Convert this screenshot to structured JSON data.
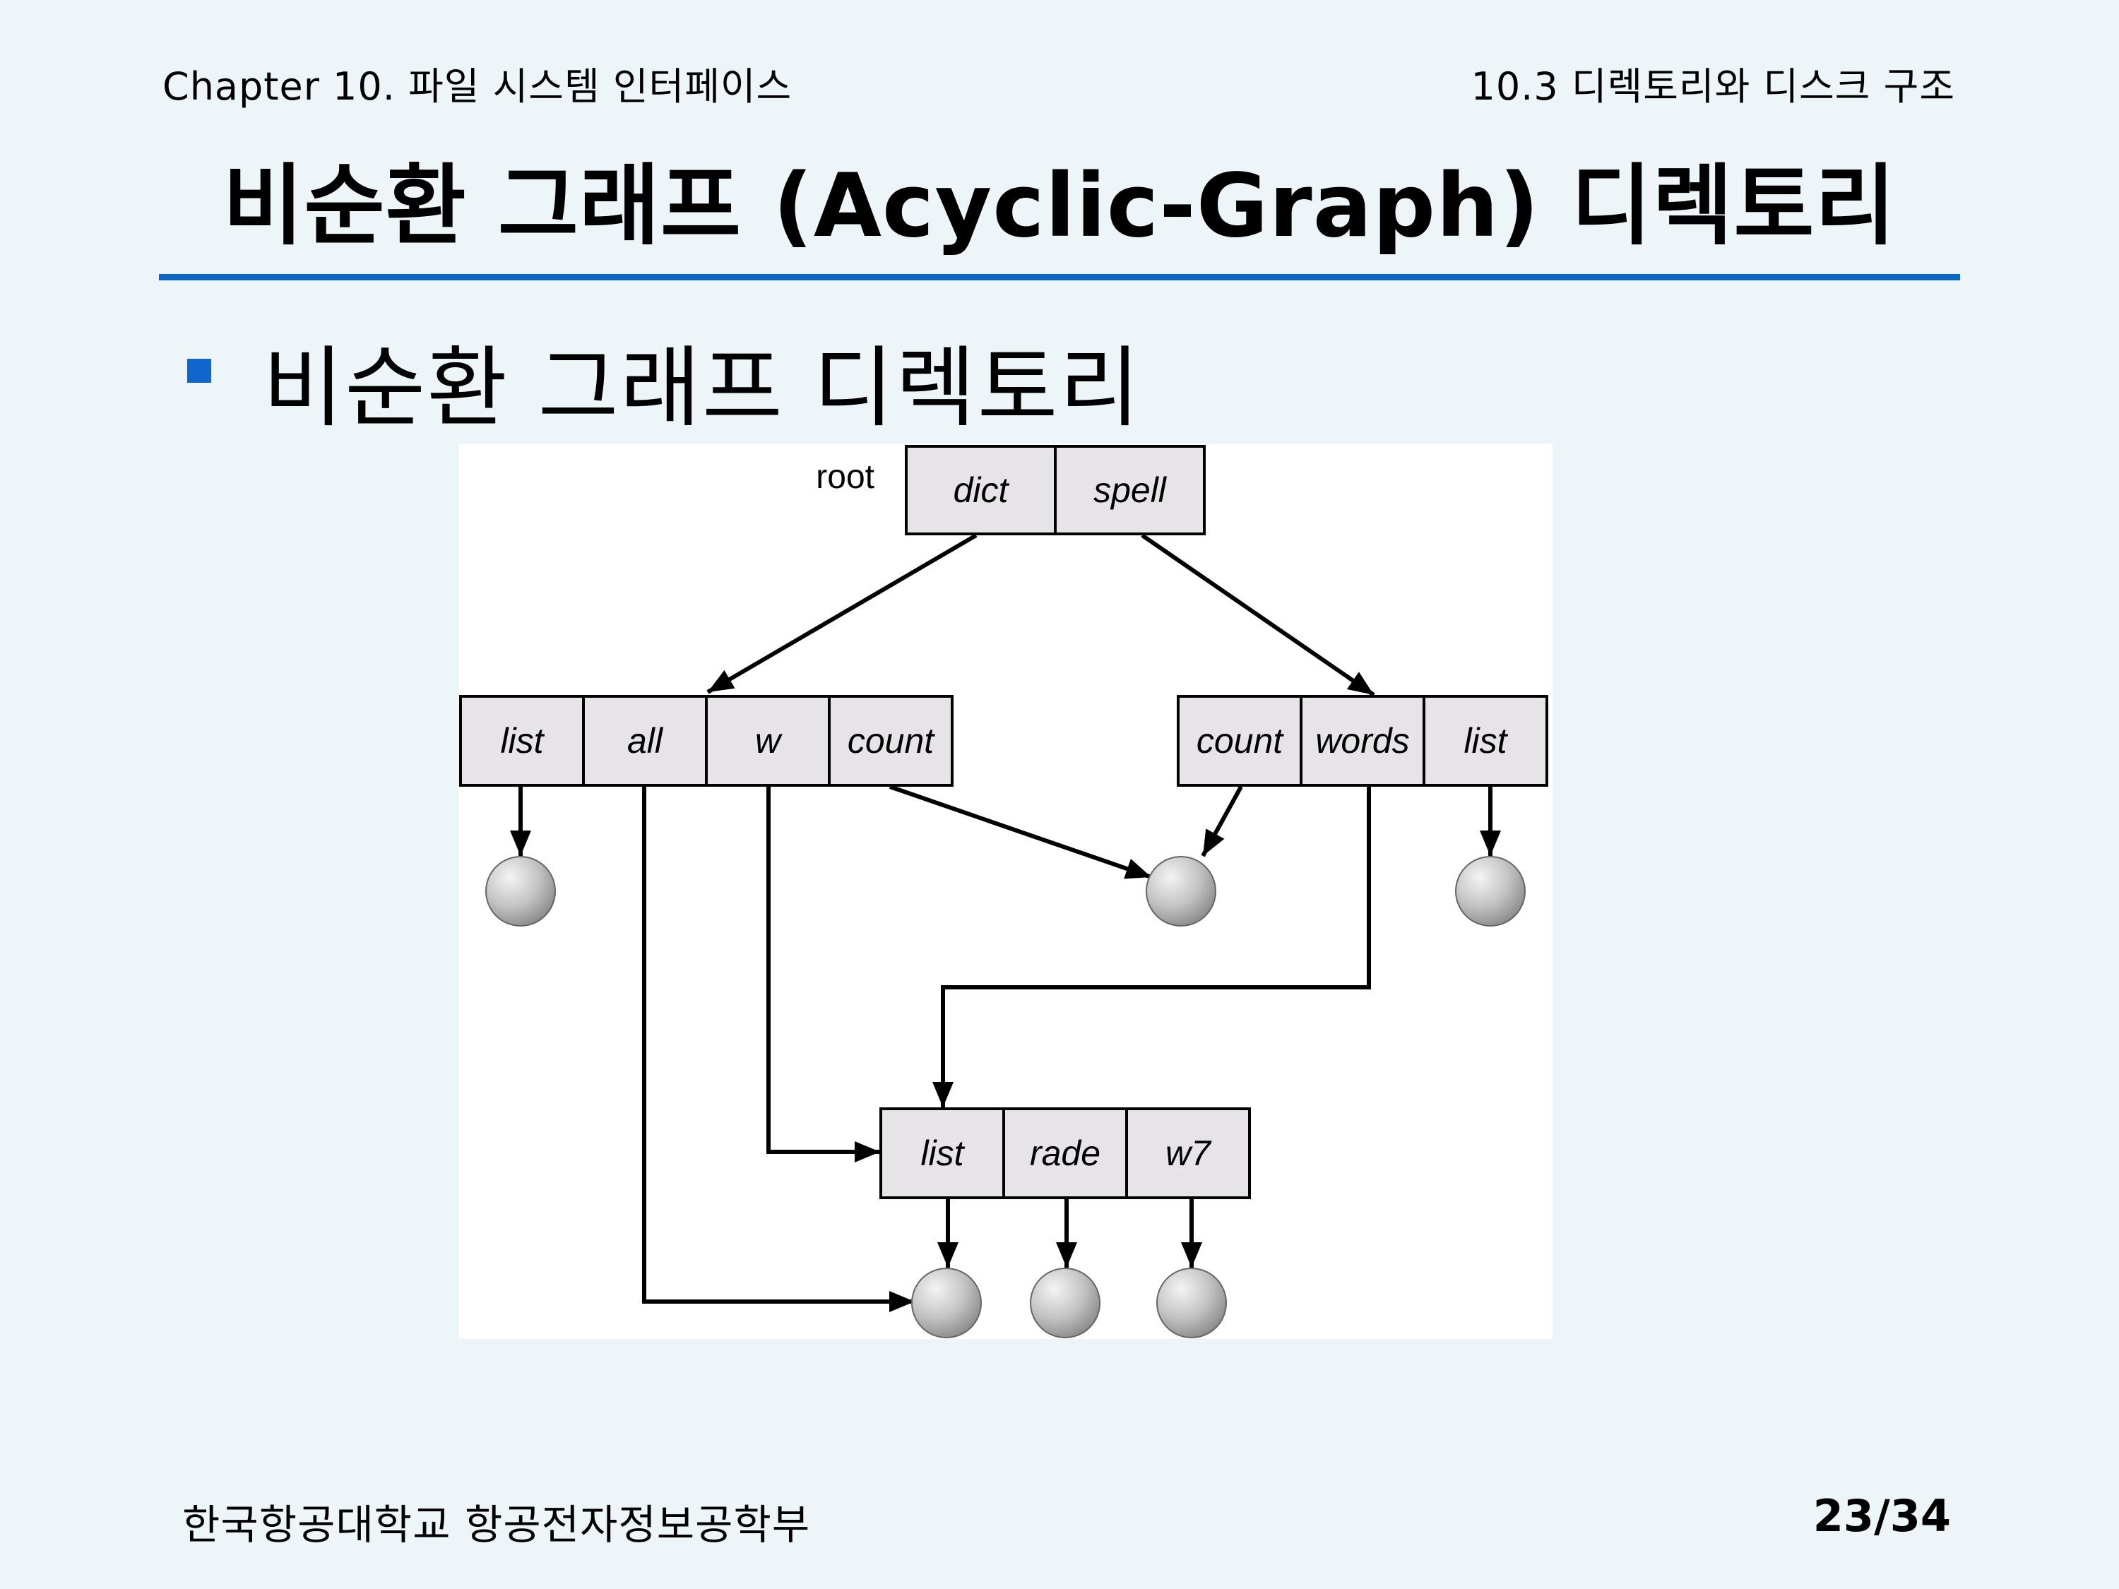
{
  "header": {
    "chapter": "Chapter 10. 파일 시스템 인터페이스",
    "section": "10.3 디렉토리와 디스크 구조"
  },
  "title": "비순환 그래프 (Acyclic-Graph) 디렉토리",
  "bullet": "비순환 그래프 디렉토리",
  "diagram": {
    "root_label": "root",
    "root_dir": [
      "dict",
      "spell"
    ],
    "dict_dir": [
      "list",
      "all",
      "w",
      "count"
    ],
    "spell_dir": [
      "count",
      "words",
      "list"
    ],
    "shared_dir": [
      "list",
      "rade",
      "w7"
    ],
    "colors": {
      "cell_fill": "#e6e4e6",
      "line": "#000000",
      "file_node": "#c9c9c9"
    }
  },
  "footer": {
    "org": "한국항공대학교 항공전자정보공학부",
    "page": "23/34"
  }
}
